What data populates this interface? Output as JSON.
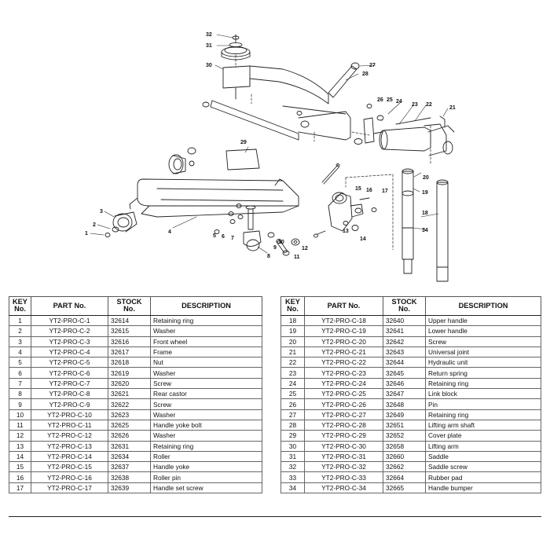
{
  "headers": {
    "key": "KEY No.",
    "part": "PART No.",
    "stock": "STOCK No.",
    "desc": "DESCRIPTION"
  },
  "parts_left": [
    {
      "key": "1",
      "part": "YT2-PRO-C-1",
      "stock": "32614",
      "desc": "Retaining ring"
    },
    {
      "key": "2",
      "part": "YT2-PRO-C-2",
      "stock": "32615",
      "desc": "Washer"
    },
    {
      "key": "3",
      "part": "YT2-PRO-C-3",
      "stock": "32616",
      "desc": "Front wheel"
    },
    {
      "key": "4",
      "part": "YT2-PRO-C-4",
      "stock": "32617",
      "desc": "Frame"
    },
    {
      "key": "5",
      "part": "YT2-PRO-C-5",
      "stock": "32618",
      "desc": "Nut"
    },
    {
      "key": "6",
      "part": "YT2-PRO-C-6",
      "stock": "32619",
      "desc": "Washer"
    },
    {
      "key": "7",
      "part": "YT2-PRO-C-7",
      "stock": "32620",
      "desc": "Screw"
    },
    {
      "key": "8",
      "part": "YT2-PRO-C-8",
      "stock": "32621",
      "desc": "Rear castor"
    },
    {
      "key": "9",
      "part": "YT2-PRO-C-9",
      "stock": "32622",
      "desc": "Screw"
    },
    {
      "key": "10",
      "part": "YT2-PRO-C-10",
      "stock": "32623",
      "desc": "Washer"
    },
    {
      "key": "11",
      "part": "YT2-PRO-C-11",
      "stock": "32625",
      "desc": "Handle yoke bolt"
    },
    {
      "key": "12",
      "part": "YT2-PRO-C-12",
      "stock": "32626",
      "desc": "Washer"
    },
    {
      "key": "13",
      "part": "YT2-PRO-C-13",
      "stock": "32631",
      "desc": "Retaining ring"
    },
    {
      "key": "14",
      "part": "YT2-PRO-C-14",
      "stock": "32634",
      "desc": "Roller"
    },
    {
      "key": "15",
      "part": "YT2-PRO-C-15",
      "stock": "32637",
      "desc": "Handle yoke"
    },
    {
      "key": "16",
      "part": "YT2-PRO-C-16",
      "stock": "32638",
      "desc": "Roller pin"
    },
    {
      "key": "17",
      "part": "YT2-PRO-C-17",
      "stock": "32639",
      "desc": "Handle set screw"
    }
  ],
  "parts_right": [
    {
      "key": "18",
      "part": "YT2-PRO-C-18",
      "stock": "32640",
      "desc": "Upper handle"
    },
    {
      "key": "19",
      "part": "YT2-PRO-C-19",
      "stock": "32641",
      "desc": "Lower handle"
    },
    {
      "key": "20",
      "part": "YT2-PRO-C-20",
      "stock": "32642",
      "desc": "Screw"
    },
    {
      "key": "21",
      "part": "YT2-PRO-C-21",
      "stock": "32643",
      "desc": "Universal joint"
    },
    {
      "key": "22",
      "part": "YT2-PRO-C-22",
      "stock": "32644",
      "desc": "Hydraulic unit"
    },
    {
      "key": "23",
      "part": "YT2-PRO-C-23",
      "stock": "32645",
      "desc": "Return spring"
    },
    {
      "key": "24",
      "part": "YT2-PRO-C-24",
      "stock": "32646",
      "desc": "Retaining ring"
    },
    {
      "key": "25",
      "part": "YT2-PRO-C-25",
      "stock": "32647",
      "desc": "Link block"
    },
    {
      "key": "26",
      "part": "YT2-PRO-C-26",
      "stock": "32648",
      "desc": "Pin"
    },
    {
      "key": "27",
      "part": "YT2-PRO-C-27",
      "stock": "32649",
      "desc": "Retaining ring"
    },
    {
      "key": "28",
      "part": "YT2-PRO-C-28",
      "stock": "32651",
      "desc": "Lifting arm shaft"
    },
    {
      "key": "29",
      "part": "YT2-PRO-C-29",
      "stock": "32652",
      "desc": "Cover plate"
    },
    {
      "key": "30",
      "part": "YT2-PRO-C-30",
      "stock": "32658",
      "desc": "Lifting arm"
    },
    {
      "key": "31",
      "part": "YT2-PRO-C-31",
      "stock": "32660",
      "desc": "Saddle"
    },
    {
      "key": "32",
      "part": "YT2-PRO-C-32",
      "stock": "32662",
      "desc": "Saddle screw"
    },
    {
      "key": "33",
      "part": "YT2-PRO-C-33",
      "stock": "32664",
      "desc": "Rubber pad"
    },
    {
      "key": "34",
      "part": "YT2-PRO-C-34",
      "stock": "32665",
      "desc": "Handle bumper"
    }
  ],
  "diagram_callouts": [
    "1",
    "2",
    "3",
    "4",
    "5",
    "6",
    "7",
    "8",
    "9",
    "10",
    "11",
    "12",
    "13",
    "14",
    "15",
    "16",
    "17",
    "18",
    "19",
    "20",
    "21",
    "22",
    "23",
    "24",
    "25",
    "26",
    "27",
    "28",
    "29",
    "30",
    "31",
    "32"
  ]
}
